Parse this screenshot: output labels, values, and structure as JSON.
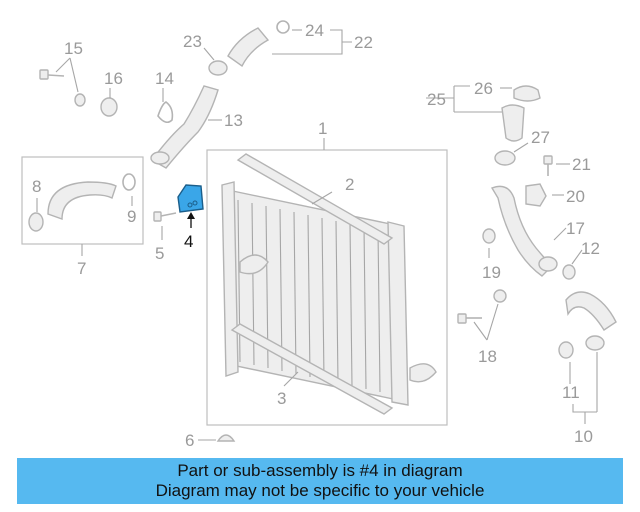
{
  "diagram": {
    "callouts": {
      "c1": "1",
      "c2": "2",
      "c3": "3",
      "c4": "4",
      "c5": "5",
      "c6": "6",
      "c7": "7",
      "c8": "8",
      "c9": "9",
      "c10": "10",
      "c11": "11",
      "c12": "12",
      "c13": "13",
      "c14": "14",
      "c15": "15",
      "c16": "16",
      "c17": "17",
      "c18": "18",
      "c19": "19",
      "c20": "20",
      "c21": "21",
      "c22": "22",
      "c23": "23",
      "c24": "24",
      "c25": "25",
      "c26": "26",
      "c27": "27"
    },
    "highlight_color": "#3aa6e8"
  },
  "banner": {
    "line1": "Part or sub-assembly is #4 in diagram",
    "line2": "Diagram may not be specific to your vehicle",
    "background": "#56b9f0"
  }
}
